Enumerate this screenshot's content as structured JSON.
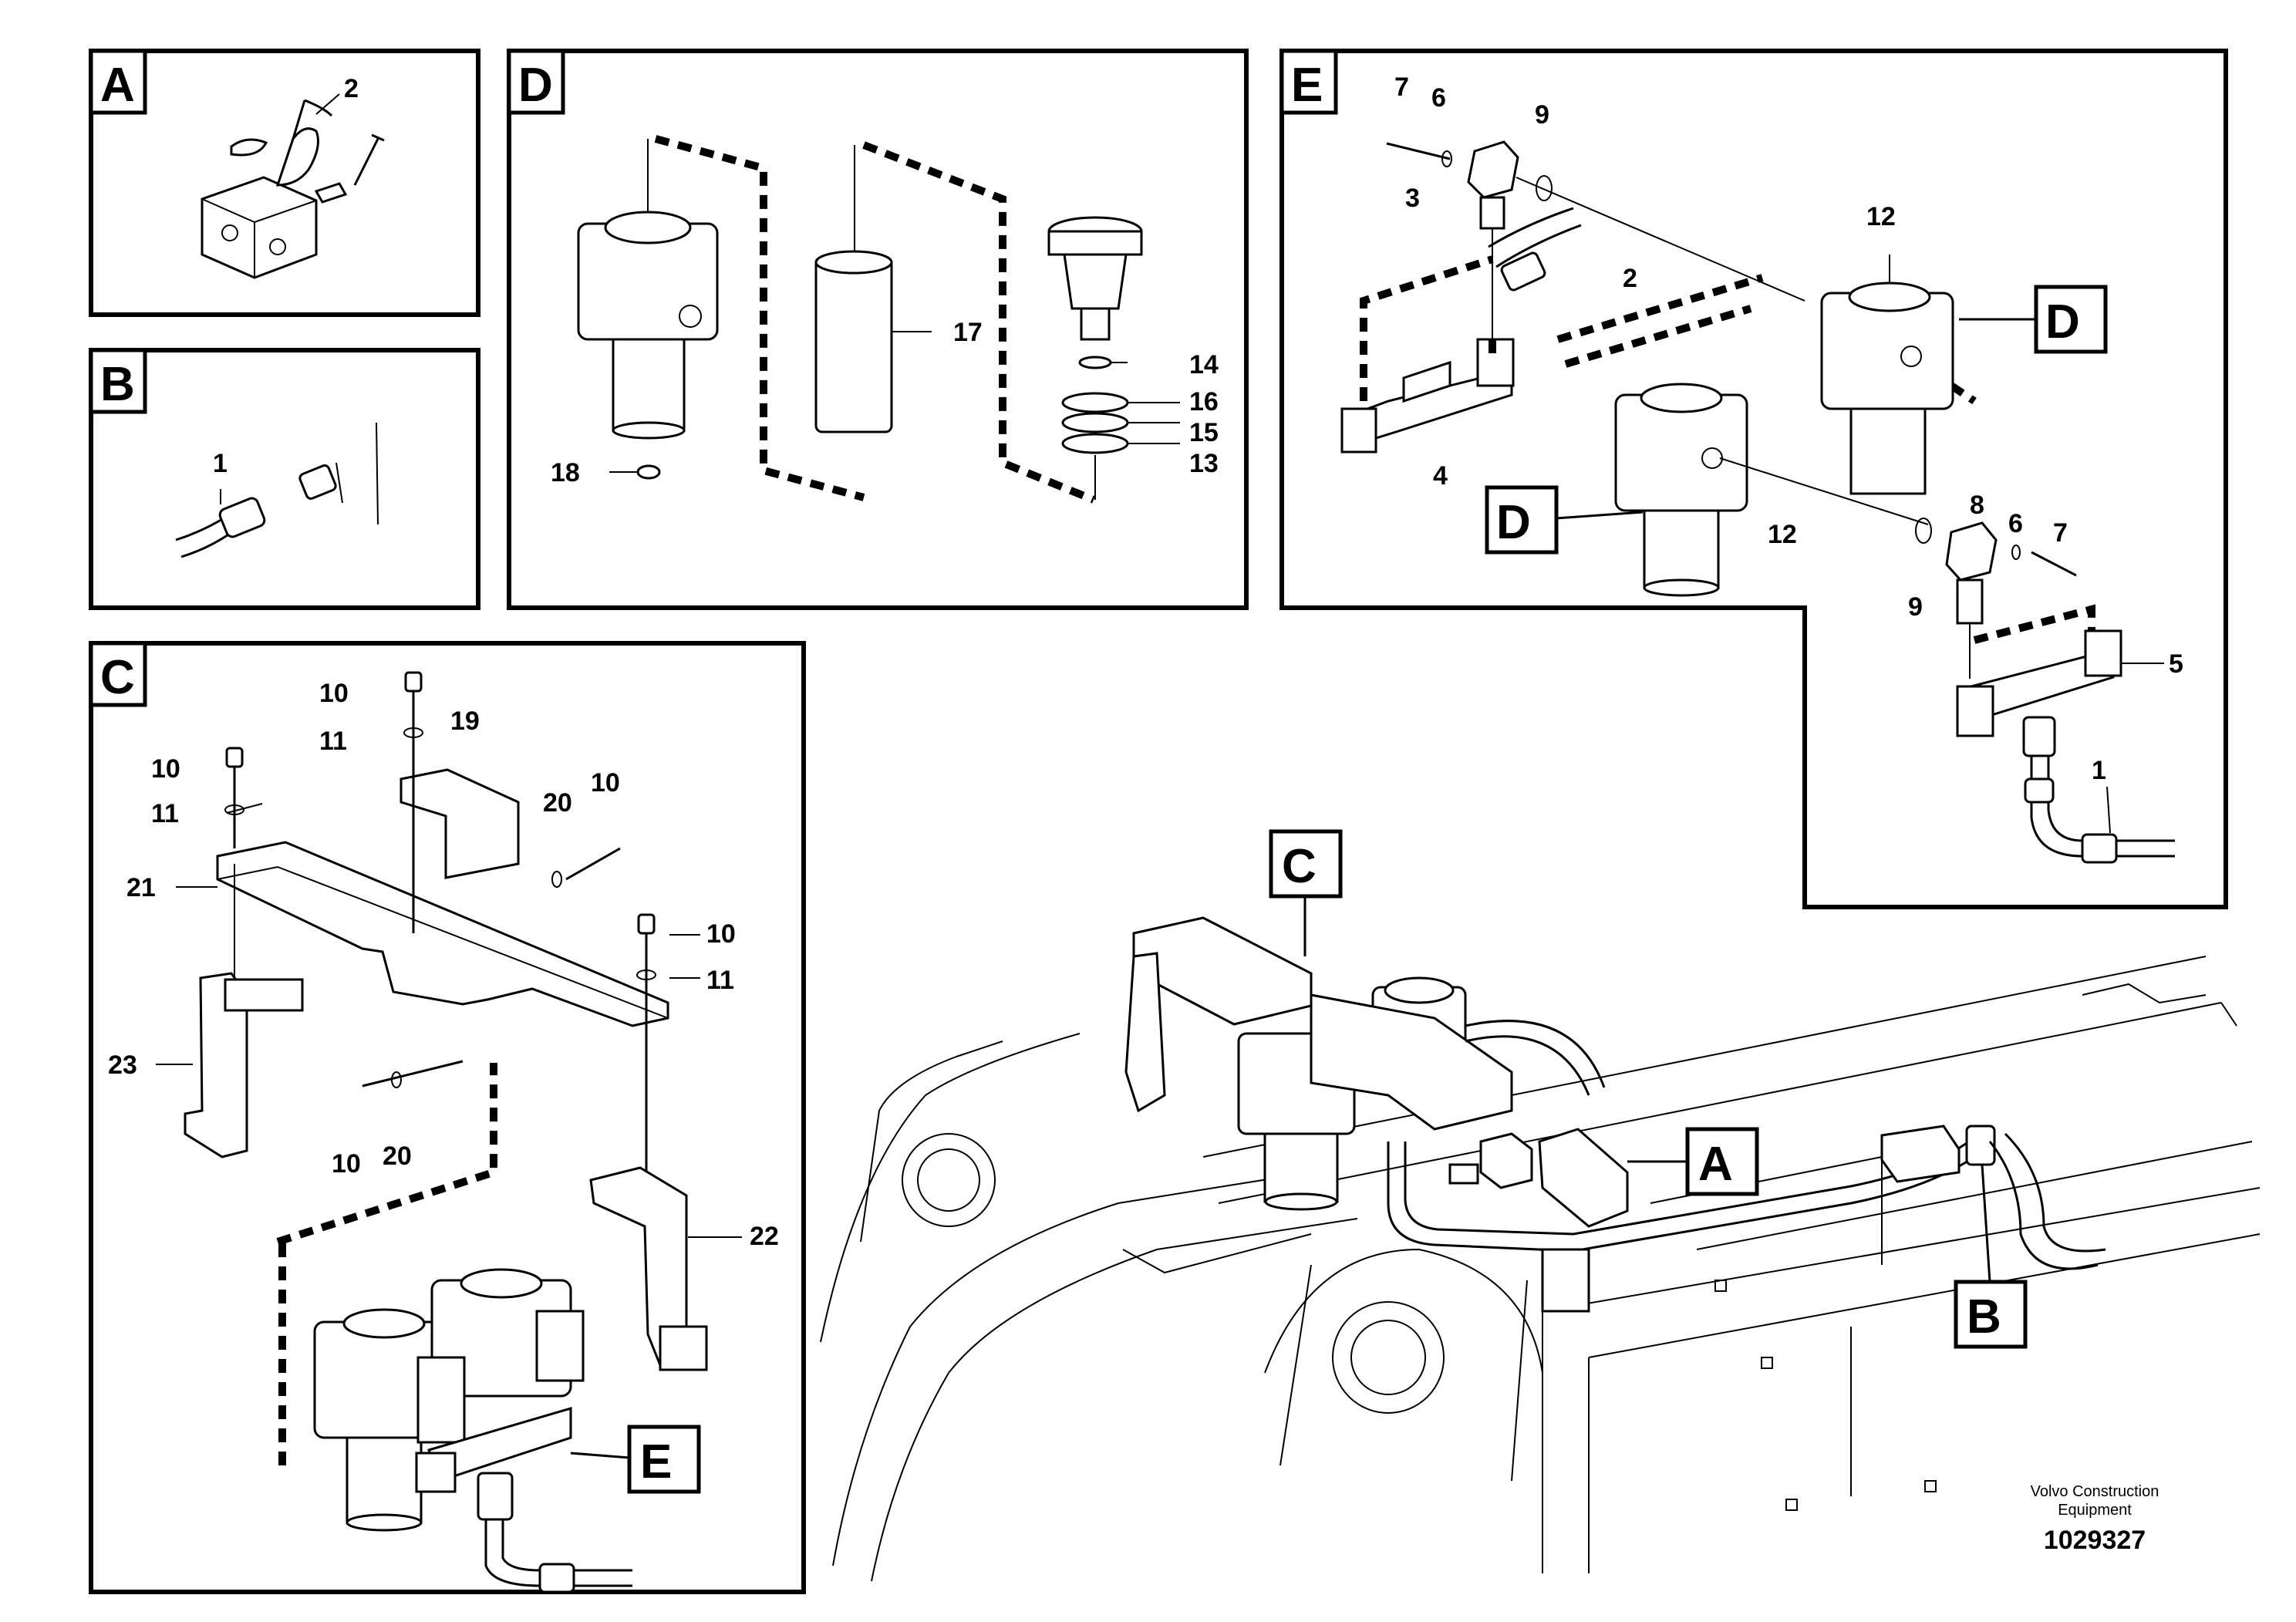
{
  "panels": {
    "A": {
      "tag": "A",
      "callouts": [
        "2"
      ]
    },
    "B": {
      "tag": "B",
      "callouts": [
        "1"
      ]
    },
    "C": {
      "tag": "C",
      "callouts": [
        "10",
        "11",
        "10",
        "11",
        "19",
        "20",
        "10",
        "21",
        "10",
        "11",
        "23",
        "10",
        "20",
        "22"
      ],
      "ref_tag": "E"
    },
    "D": {
      "tag": "D",
      "callouts": [
        "17",
        "14",
        "16",
        "15",
        "13",
        "18"
      ]
    },
    "E": {
      "tag": "E",
      "callouts": [
        "7",
        "6",
        "9",
        "3",
        "2",
        "12",
        "4",
        "12",
        "8",
        "6",
        "7",
        "9",
        "5",
        "1"
      ],
      "ref_tags": [
        "D",
        "D"
      ]
    }
  },
  "main_view": {
    "tags": [
      "C",
      "A",
      "B"
    ]
  },
  "footer": {
    "company_line1": "Volvo Construction",
    "company_line2": "Equipment",
    "drawing_number": "1029327"
  }
}
